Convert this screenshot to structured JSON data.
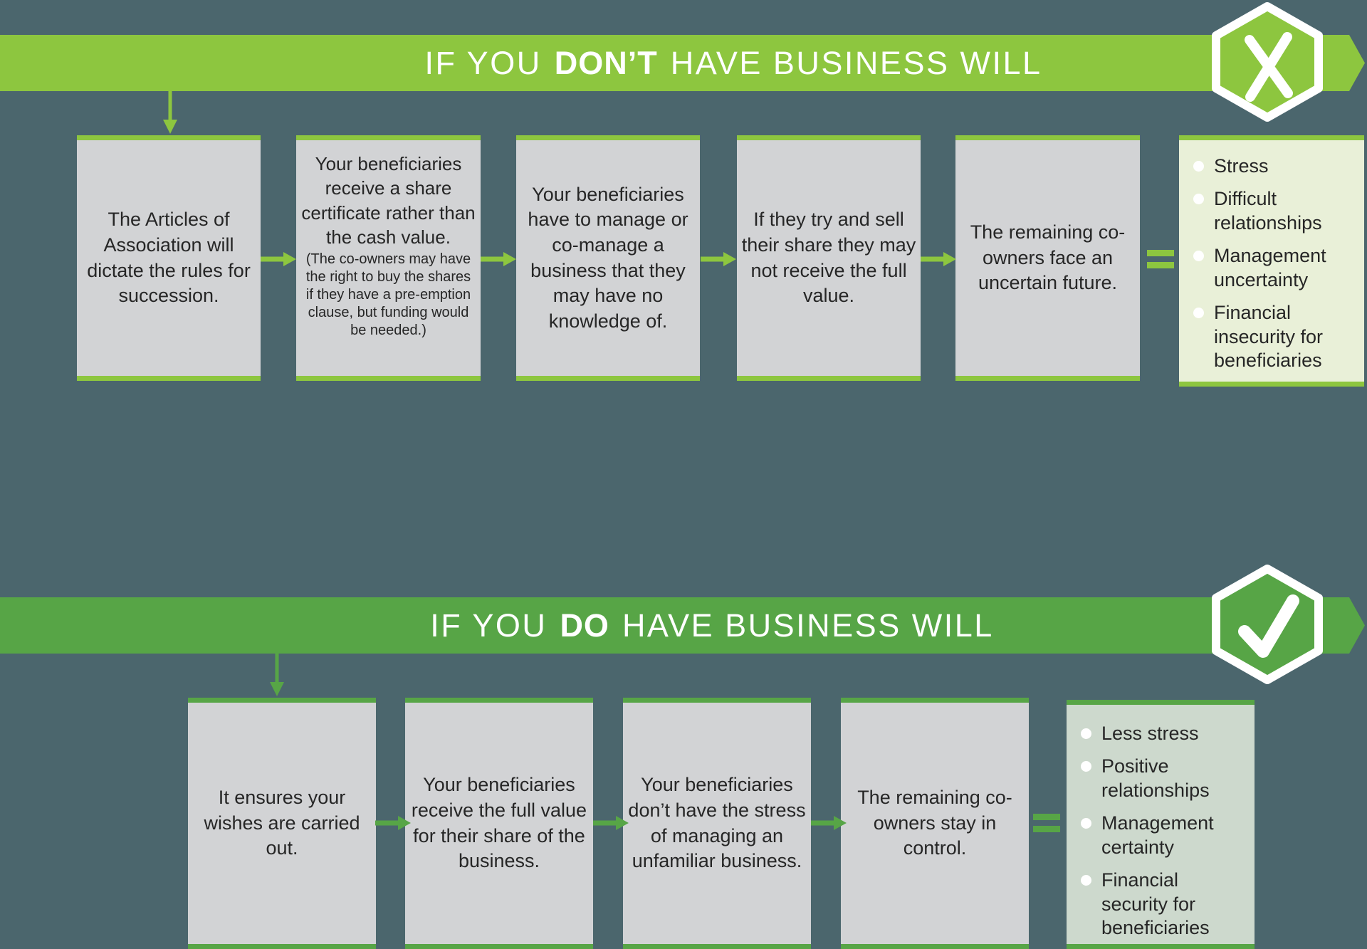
{
  "colors": {
    "background": "#4b666d",
    "banner_top_green": "#8dc63f",
    "banner_bottom_green": "#57a546",
    "box_gray": "#d2d3d5",
    "outcome_top_bg": "#e9f0d8",
    "outcome_bottom_bg": "#cdd9cd",
    "text_dark": "#262626",
    "white": "#ffffff"
  },
  "top": {
    "banner": {
      "pre": "IF YOU",
      "emphasis": "DON’T",
      "post": "HAVE BUSINESS WILL",
      "badge": "x-mark"
    },
    "boxes": [
      {
        "text": "The Articles of Association will dictate the rules for succession."
      },
      {
        "text": "Your beneficiaries receive a share certificate rather than the cash value.",
        "note": "(The co-owners may have the right to buy the shares if they have a pre-emption clause, but funding would be needed.)"
      },
      {
        "text": "Your beneficiaries have to manage or co-manage a business that they may have no knowledge of."
      },
      {
        "text": "If they try and sell their share they may not receive the full value."
      },
      {
        "text": "The remaining co-owners face an uncertain future."
      }
    ],
    "outcomes": [
      "Stress",
      "Difficult relationships",
      "Management uncertainty",
      "Financial insecurity for beneficiaries"
    ]
  },
  "bottom": {
    "banner": {
      "pre": "IF YOU",
      "emphasis": "DO",
      "post": "HAVE BUSINESS WILL",
      "badge": "check-mark"
    },
    "boxes": [
      {
        "text": "It ensures your wishes are carried out."
      },
      {
        "text": "Your beneficiaries receive the full value for their share of the business."
      },
      {
        "text": "Your beneficiaries don’t have the stress of managing an unfamiliar business."
      },
      {
        "text": "The remaining co-owners stay in control."
      }
    ],
    "outcomes": [
      "Less stress",
      "Positive relationships",
      "Management certainty",
      "Financial security for beneficiaries"
    ]
  }
}
